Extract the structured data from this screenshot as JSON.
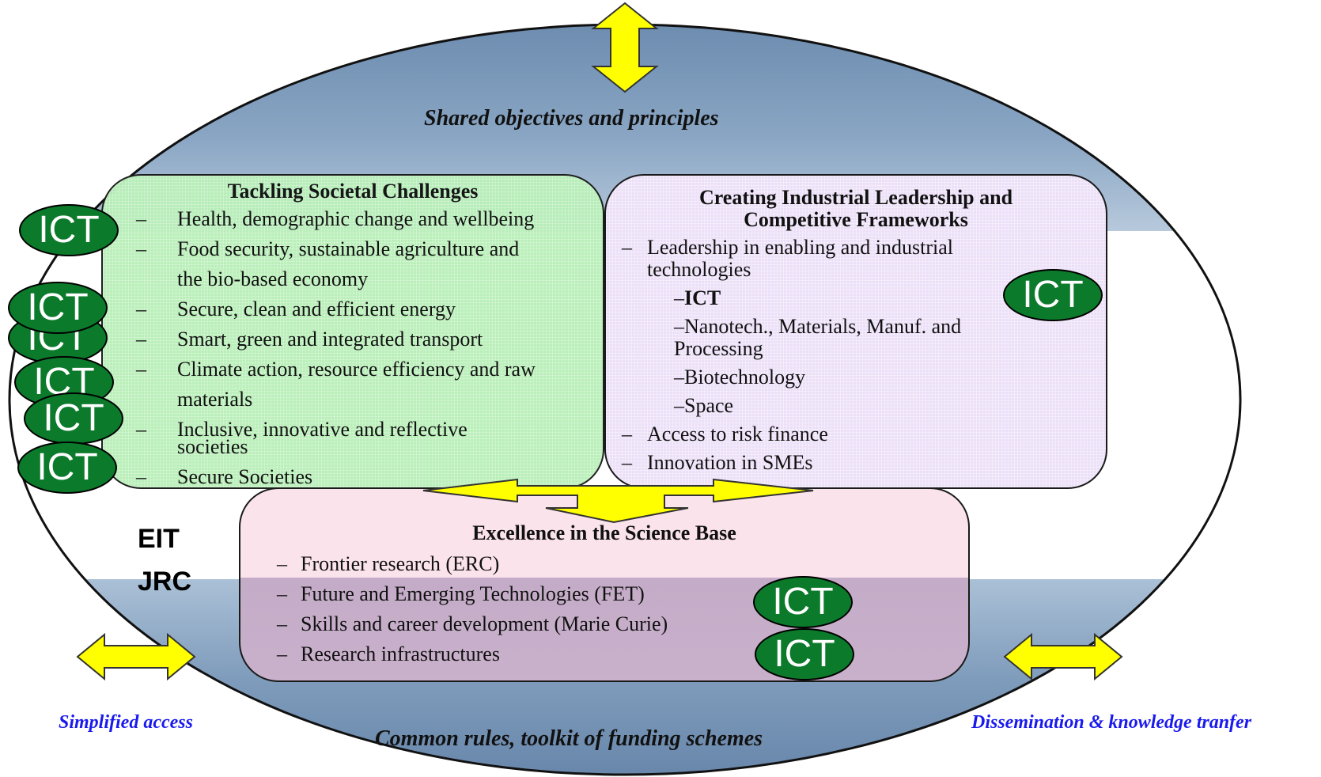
{
  "top_label": "Shared objectives and principles",
  "bottom_label": "Common rules, toolkit of funding schemes",
  "left_label": "Simplified access",
  "right_label": "Dissemination & knowledge tranfer",
  "side_labels": [
    "EIT",
    "JRC"
  ],
  "ict_label": "ICT",
  "societal": {
    "title": "Tackling Societal Challenges",
    "items": [
      "Health, demographic change and wellbeing",
      "Food security, sustainable agriculture and",
      "the bio-based economy",
      "Secure, clean and efficient energy",
      "Smart, green and integrated transport",
      "Climate action, resource efficiency and raw",
      "materials",
      "Inclusive, innovative and reflective",
      "societies",
      "Secure Societies"
    ]
  },
  "industrial": {
    "title_line1": "Creating Industrial Leadership and",
    "title_line2": "Competitive Frameworks",
    "item1_line1": "Leadership in enabling and industrial",
    "item1_line2": "technologies",
    "subitems": [
      "ICT",
      "Nanotech., Materials, Manuf. and",
      "Processing",
      "Biotechnology",
      "Space"
    ],
    "item2": "Access to risk finance",
    "item3": "Innovation in SMEs"
  },
  "science": {
    "title": "Excellence in the Science Base",
    "items": [
      "Frontier research (ERC)",
      "Future and Emerging Technologies (FET)",
      "Skills and career development (Marie Curie)",
      "Research infrastructures"
    ]
  },
  "colors": {
    "ellipse_top": "#6f8fb2",
    "ellipse_bottom": "#6f8fb2",
    "arrow": "#ffff00",
    "ict_fill": "#0c7a2b",
    "blue_text": "#1a1aee"
  }
}
